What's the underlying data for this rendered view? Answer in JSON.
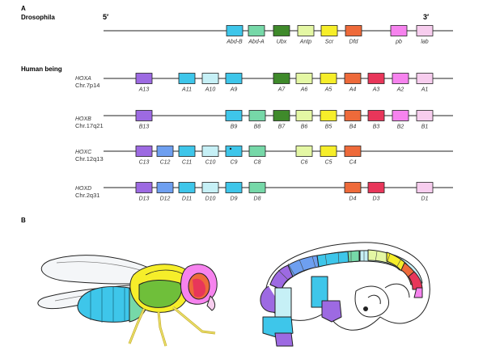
{
  "panel_a": {
    "label": "A",
    "drosophila": {
      "title": "Drosophila",
      "five_prime": "5′",
      "three_prime": "3′",
      "genes": [
        {
          "name": "Abd-B",
          "color": "#3ec6ea"
        },
        {
          "name": "Abd-A",
          "color": "#76d8a8"
        },
        {
          "name": "Ubx",
          "color": "#3f8a2b"
        },
        {
          "name": "Antp",
          "color": "#e4f7a4"
        },
        {
          "name": "Scr",
          "color": "#f6ee2a"
        },
        {
          "name": "Dfd",
          "color": "#ee6a3a"
        },
        {
          "name": "pb",
          "color": "#f683ee"
        },
        {
          "name": "lab",
          "color": "#f7cdee"
        }
      ]
    },
    "human": {
      "title": "Human being",
      "clusters": [
        {
          "name": "HOXA",
          "chromosome": "Chr.7p14",
          "genes": [
            {
              "name": "A13",
              "color": "#9d6ae2"
            },
            {
              "name": "A11",
              "color": "#3ec6ea"
            },
            {
              "name": "A10",
              "color": "#c6f0f6"
            },
            {
              "name": "A9",
              "color": "#3ec6ea"
            },
            {
              "name": "A7",
              "color": "#3f8a2b"
            },
            {
              "name": "A6",
              "color": "#e4f7a4"
            },
            {
              "name": "A5",
              "color": "#f6ee2a"
            },
            {
              "name": "A4",
              "color": "#ee6a3a"
            },
            {
              "name": "A3",
              "color": "#e8365a"
            },
            {
              "name": "A2",
              "color": "#f683ee"
            },
            {
              "name": "A1",
              "color": "#f7cdee"
            }
          ]
        },
        {
          "name": "HOXB",
          "chromosome": "Chr.17q21",
          "genes": [
            {
              "name": "B13",
              "color": "#9d6ae2"
            },
            {
              "name": "B9",
              "color": "#3ec6ea"
            },
            {
              "name": "B8",
              "color": "#76d8a8"
            },
            {
              "name": "B7",
              "color": "#3f8a2b"
            },
            {
              "name": "B6",
              "color": "#e4f7a4"
            },
            {
              "name": "B5",
              "color": "#f6ee2a"
            },
            {
              "name": "B4",
              "color": "#ee6a3a"
            },
            {
              "name": "B3",
              "color": "#e8365a"
            },
            {
              "name": "B2",
              "color": "#f683ee"
            },
            {
              "name": "B1",
              "color": "#f7cdee"
            }
          ]
        },
        {
          "name": "HOXC",
          "chromosome": "Chr.12q13",
          "genes": [
            {
              "name": "C13",
              "color": "#9d6ae2"
            },
            {
              "name": "C12",
              "color": "#6e9ff0"
            },
            {
              "name": "C11",
              "color": "#3ec6ea"
            },
            {
              "name": "C10",
              "color": "#c6f0f6"
            },
            {
              "name": "C9",
              "color": "#3ec6ea"
            },
            {
              "name": "C8",
              "color": "#76d8a8"
            },
            {
              "name": "C6",
              "color": "#e4f7a4"
            },
            {
              "name": "C5",
              "color": "#f6ee2a"
            },
            {
              "name": "C4",
              "color": "#ee6a3a"
            }
          ]
        },
        {
          "name": "HOXD",
          "chromosome": "Chr.2q31",
          "genes": [
            {
              "name": "D13",
              "color": "#9d6ae2"
            },
            {
              "name": "D12",
              "color": "#6e9ff0"
            },
            {
              "name": "D11",
              "color": "#3ec6ea"
            },
            {
              "name": "D10",
              "color": "#c6f0f6"
            },
            {
              "name": "D9",
              "color": "#3ec6ea"
            },
            {
              "name": "D8",
              "color": "#76d8a8"
            },
            {
              "name": "D4",
              "color": "#ee6a3a"
            },
            {
              "name": "D3",
              "color": "#e8365a"
            },
            {
              "name": "D1",
              "color": "#f7cdee"
            }
          ]
        }
      ]
    }
  },
  "panel_b": {
    "label": "B",
    "illustrations": [
      "fruit-fly",
      "human-embryo"
    ]
  }
}
